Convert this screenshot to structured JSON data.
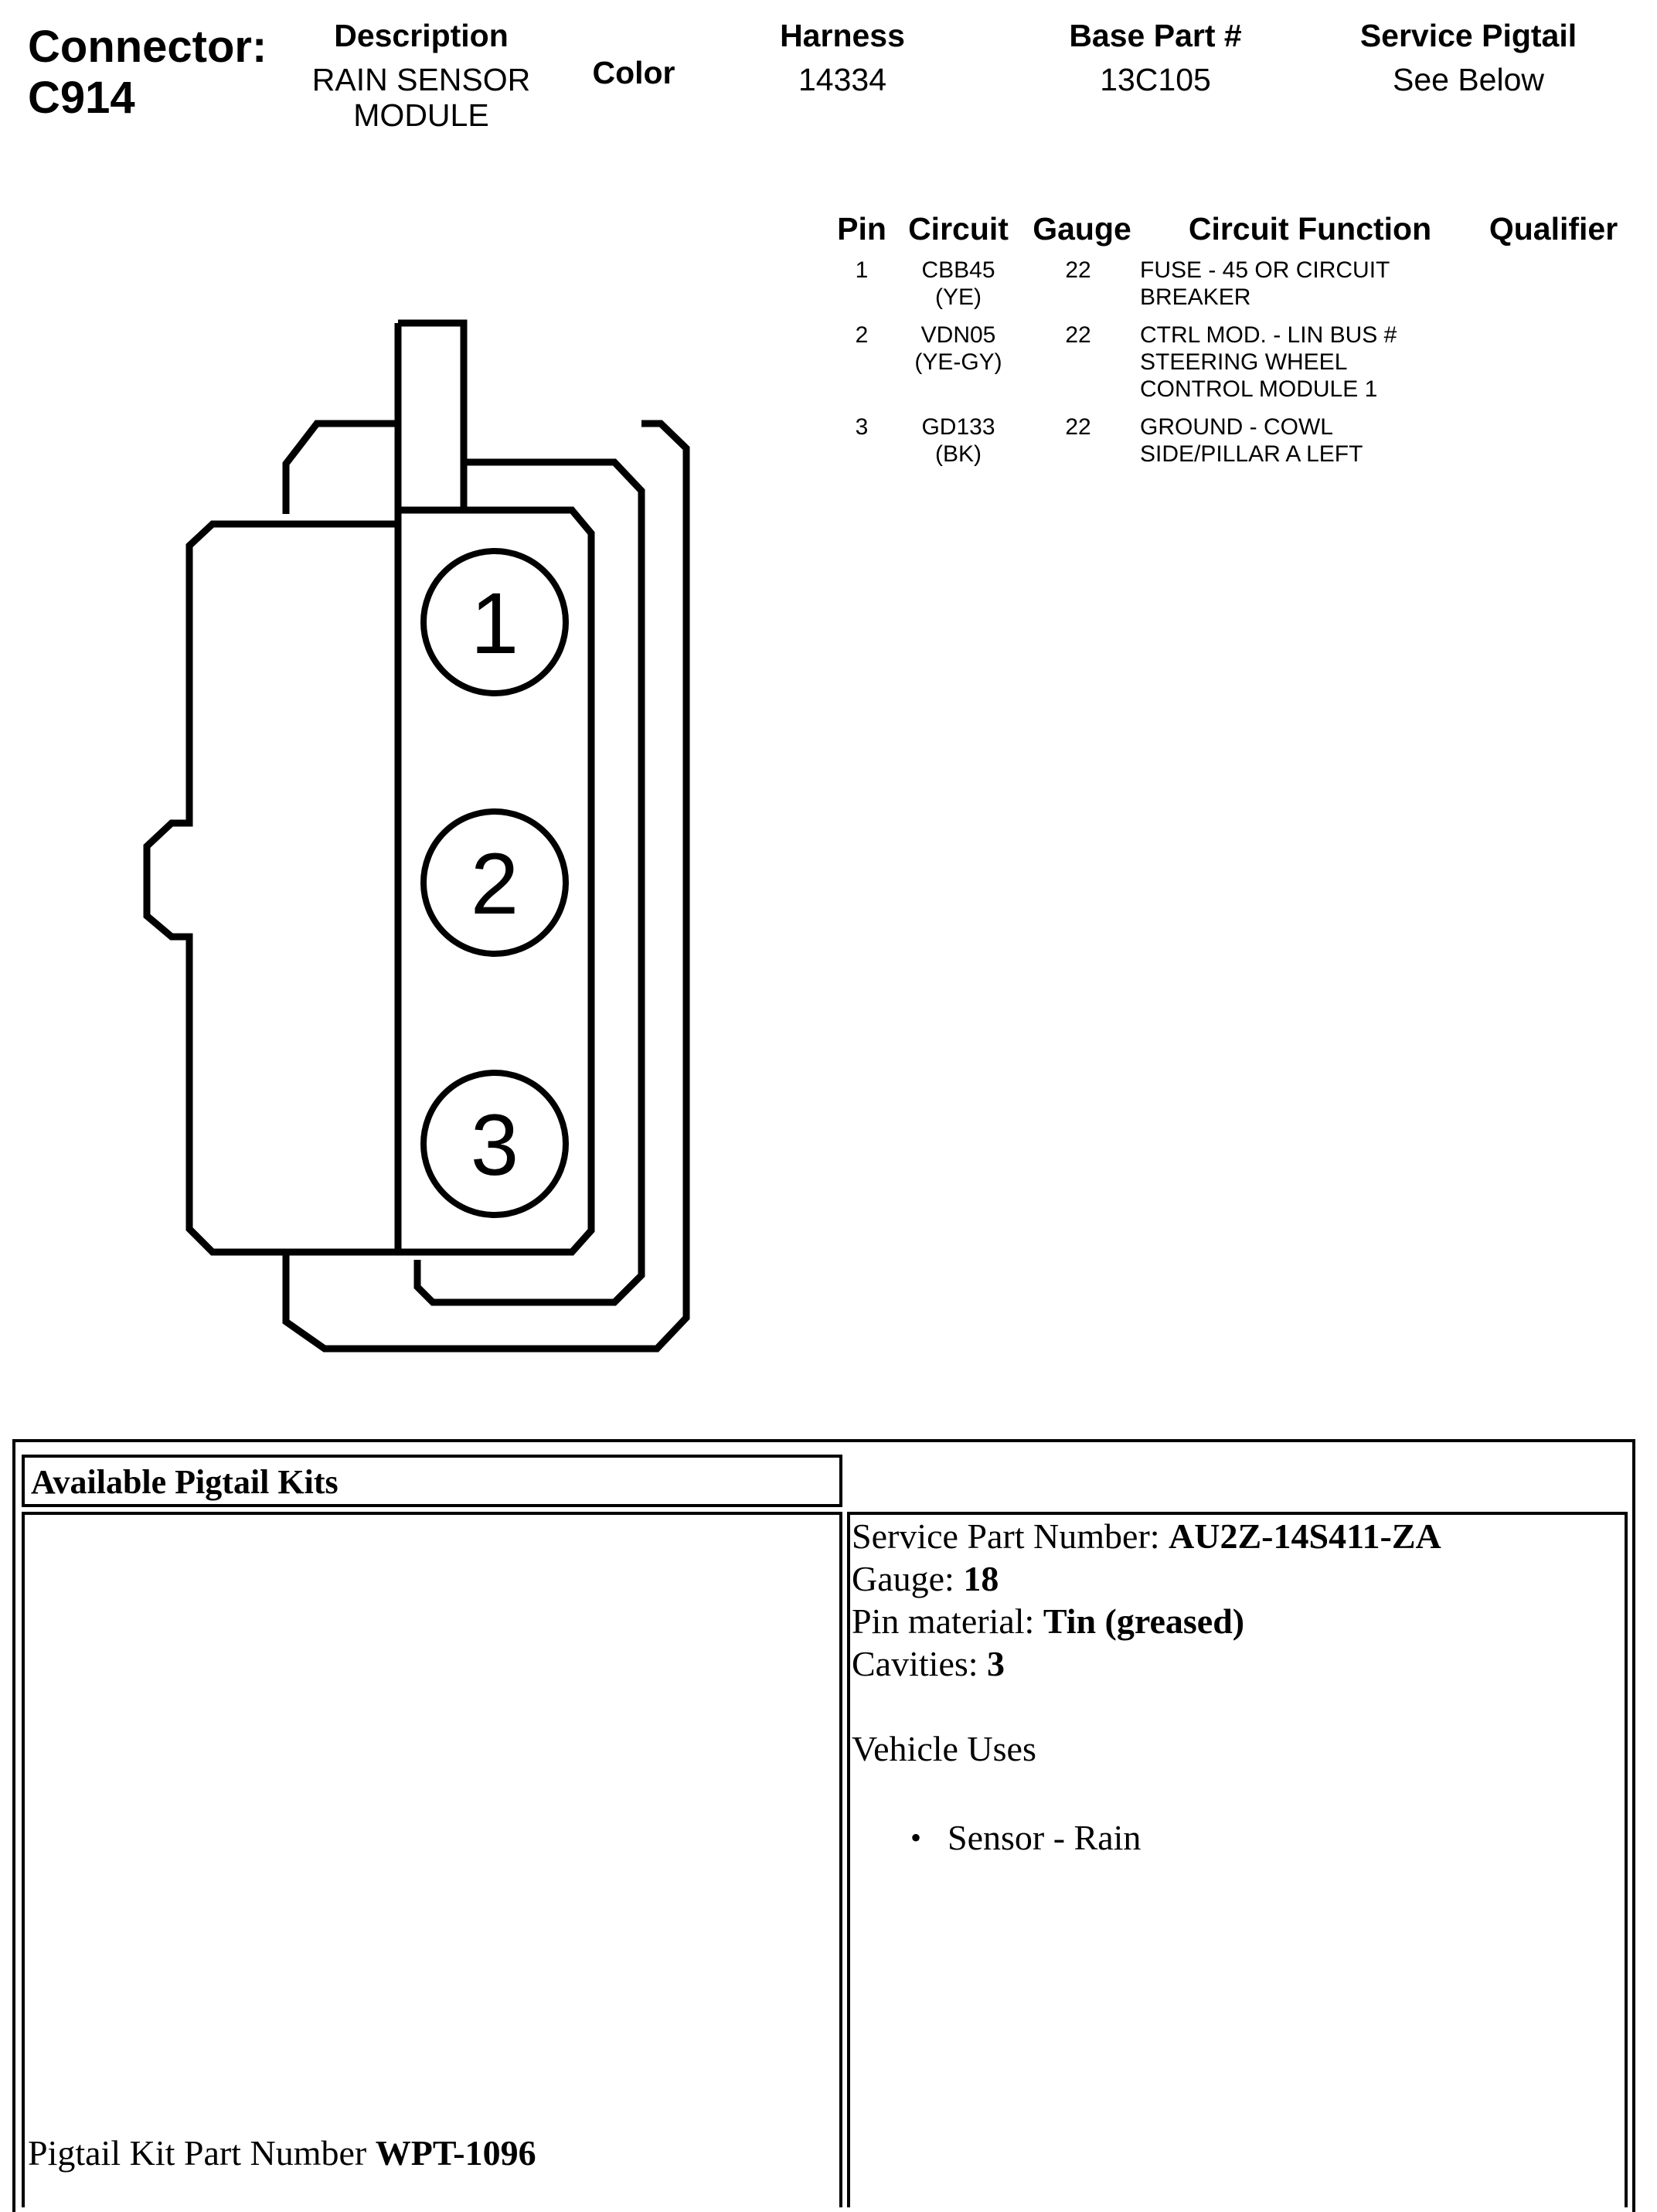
{
  "header": {
    "connector_label": "Connector:",
    "connector_id": "C914",
    "description_label": "Description",
    "description_value": "RAIN SENSOR MODULE",
    "color_label": "Color",
    "harness_label": "Harness",
    "harness_value": "14334",
    "base_part_label": "Base Part #",
    "base_part_value": "13C105",
    "service_pigtail_label": "Service Pigtail",
    "service_pigtail_value": "See Below"
  },
  "pin_table": {
    "headers": {
      "pin": "Pin",
      "circuit": "Circuit",
      "gauge": "Gauge",
      "circuit_function": "Circuit Function",
      "qualifier": "Qualifier"
    },
    "rows": [
      {
        "pin": "1",
        "circuit": "CBB45",
        "color": "(YE)",
        "gauge": "22",
        "function": [
          "FUSE - 45 OR CIRCUIT",
          "BREAKER"
        ]
      },
      {
        "pin": "2",
        "circuit": "VDN05",
        "color": "(YE-GY)",
        "gauge": "22",
        "function": [
          "CTRL MOD. - LIN BUS #",
          "STEERING WHEEL",
          "CONTROL MODULE 1"
        ]
      },
      {
        "pin": "3",
        "circuit": "GD133",
        "color": "(BK)",
        "gauge": "22",
        "function": [
          "GROUND - COWL",
          "SIDE/PILLAR A LEFT"
        ]
      }
    ]
  },
  "diagram": {
    "pin_labels": [
      "1",
      "2",
      "3"
    ]
  },
  "pigtail": {
    "section_title": "Available Pigtail Kits",
    "service_part_label": "Service Part Number: ",
    "service_part_value": "AU2Z-14S411-ZA",
    "gauge_label": "Gauge: ",
    "gauge_value": "18",
    "pin_material_label": "Pin material: ",
    "pin_material_value": "Tin (greased)",
    "cavities_label": "Cavities: ",
    "cavities_value": "3",
    "vehicle_uses_label": "Vehicle Uses",
    "vehicle_uses": [
      "Sensor - Rain"
    ],
    "kit_part_label": "Pigtail Kit Part Number ",
    "kit_part_value": "WPT-1096"
  }
}
